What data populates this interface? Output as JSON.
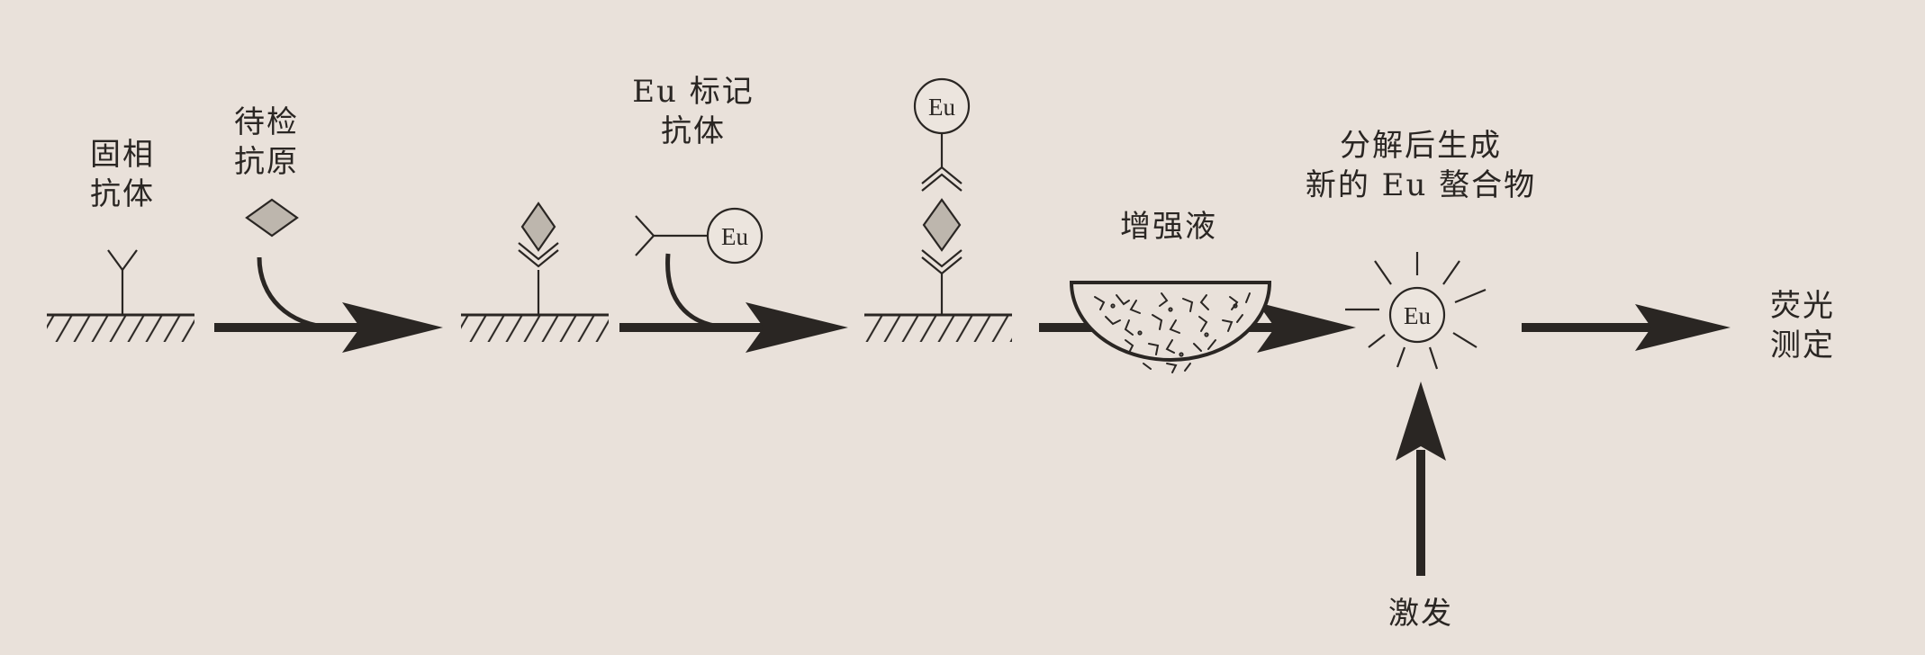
{
  "labels": {
    "solid_phase_antibody": [
      "固相",
      "抗体"
    ],
    "test_antigen": [
      "待检",
      "抗原"
    ],
    "eu_labeled_antibody": [
      "Eu 标记",
      "抗体"
    ],
    "enhancement_solution": "增强液",
    "new_chelate": [
      "分解后生成",
      "新的 Eu 螯合物"
    ],
    "fluorescence_measurement": [
      "荧光",
      "测定"
    ],
    "excitation": "激发",
    "eu_symbol": "Eu"
  },
  "colors": {
    "background": "#e9e1da",
    "ink": "#2a2623",
    "antigen_fill": "#bdb6ad"
  }
}
